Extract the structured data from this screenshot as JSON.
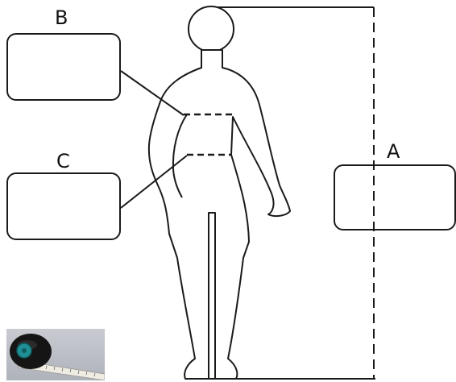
{
  "labels": {
    "a": "A",
    "b": "B",
    "c": "C"
  },
  "answer_boxes": {
    "a": "",
    "b": "",
    "c": ""
  },
  "icons": {
    "figure": "human-body-outline-icon",
    "tape": "tape-measure-photo-icon"
  },
  "colors": {
    "line": "#1a1a1a",
    "background": "#ffffff",
    "tape_teal": "#1f8f95"
  }
}
